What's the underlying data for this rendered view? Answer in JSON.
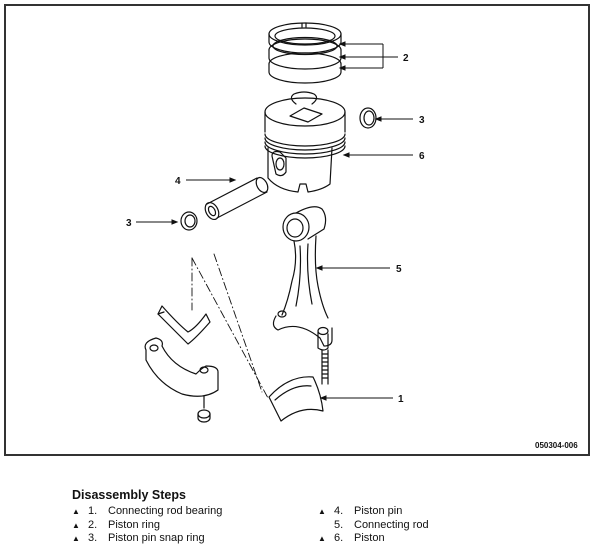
{
  "figure": {
    "id": "050304-006",
    "callouts": [
      {
        "number": "2",
        "target": "Piston ring"
      },
      {
        "number": "3",
        "target": "Piston pin snap ring (upper)"
      },
      {
        "number": "6",
        "target": "Piston"
      },
      {
        "number": "4",
        "target": "Piston pin"
      },
      {
        "number": "3",
        "target": "Piston pin snap ring (lower)"
      },
      {
        "number": "5",
        "target": "Connecting rod"
      },
      {
        "number": "1",
        "target": "Connecting rod bearing"
      }
    ]
  },
  "steps": {
    "title": "Disassembly Steps",
    "marker_symbol": "▲",
    "left": [
      {
        "marker": "▲",
        "number": "1.",
        "label": "Connecting rod bearing"
      },
      {
        "marker": "▲",
        "number": "2.",
        "label": "Piston ring"
      },
      {
        "marker": "▲",
        "number": "3.",
        "label": "Piston pin snap ring"
      }
    ],
    "right": [
      {
        "marker": "▲",
        "number": "4.",
        "label": "Piston pin"
      },
      {
        "marker": "",
        "number": "5.",
        "label": "Connecting rod"
      },
      {
        "marker": "▲",
        "number": "6.",
        "label": "Piston"
      }
    ]
  }
}
